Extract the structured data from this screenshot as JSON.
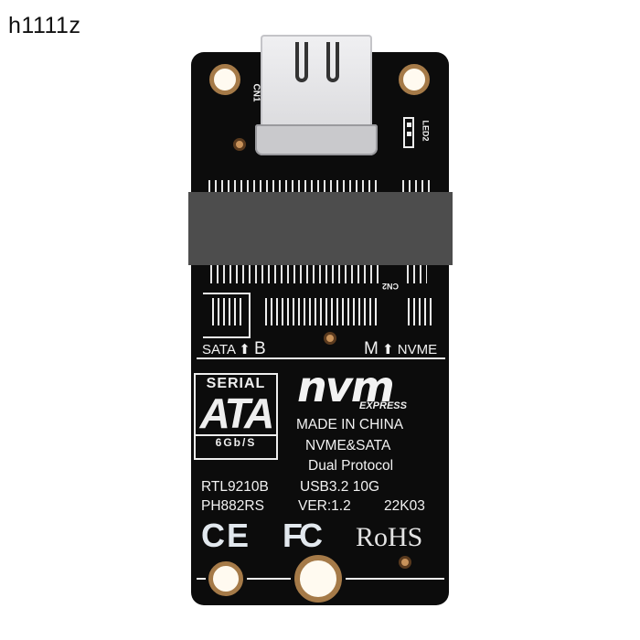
{
  "watermark": "h1111z",
  "product": {
    "type": "M.2 NVMe/SATA to USB-C adapter PCB",
    "connector_top": "USB Type-C",
    "silkscreen": {
      "cn1": "CN1",
      "led2": "LED2",
      "cn2": "CN2",
      "sata_key": "SATA",
      "b_key": "B",
      "m_key": "M",
      "nvme_key": "NVME",
      "sata_logo": {
        "top": "SERIAL",
        "middle": "ATA",
        "bottom": "6Gb/S"
      },
      "nvm_logo": {
        "main": "nvm",
        "sub": "EXPRESS"
      },
      "made_in": "MADE IN CHINA",
      "protocol_1": "NVME&SATA",
      "protocol_2": "Dual Protocol",
      "chip": "RTL9210B",
      "usb": "USB3.2 10G",
      "pcb_id": "PH882RS",
      "version": "VER:1.2",
      "date_code": "22K03",
      "cert_ce": "CE",
      "cert_fc": "FC",
      "cert_rohs": "RoHS"
    }
  },
  "colors": {
    "pcb": "#0c0c0c",
    "silkscreen": "#f2f2f2",
    "copper": "#a57a48",
    "slot": "#4d4d4d"
  }
}
